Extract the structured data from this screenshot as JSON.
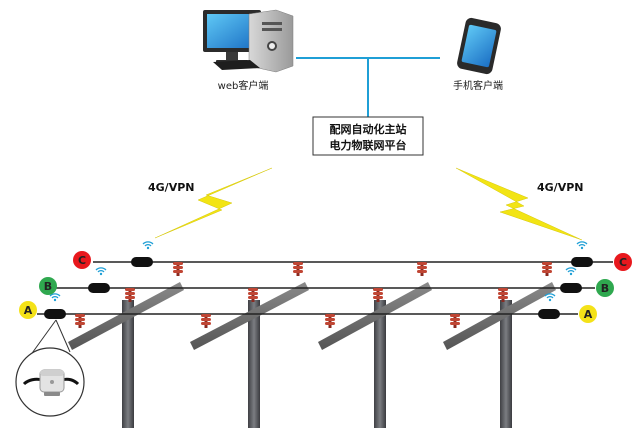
{
  "clients": {
    "web_label": "web客户端",
    "mobile_label": "手机客户端"
  },
  "platform": {
    "line1": "配网自动化主站",
    "line2": "电力物联网平台"
  },
  "links": {
    "left_label": "4G/VPN",
    "right_label": "4G/VPN"
  },
  "phases": [
    {
      "label": "C",
      "color": "#e8181d"
    },
    {
      "label": "B",
      "color": "#2fa84f"
    },
    {
      "label": "A",
      "color": "#f4e218"
    }
  ],
  "colors": {
    "network_line": "#1f9fd6",
    "lightning": "#f2e414",
    "crossarm": "#6b6b6b",
    "insulator": "#b23a2a",
    "sensor": "#111111"
  },
  "icons": [
    "desktop-computer-icon",
    "smartphone-icon",
    "wifi-icon",
    "lightning-bolt-icon",
    "fault-indicator-sensor-icon"
  ]
}
